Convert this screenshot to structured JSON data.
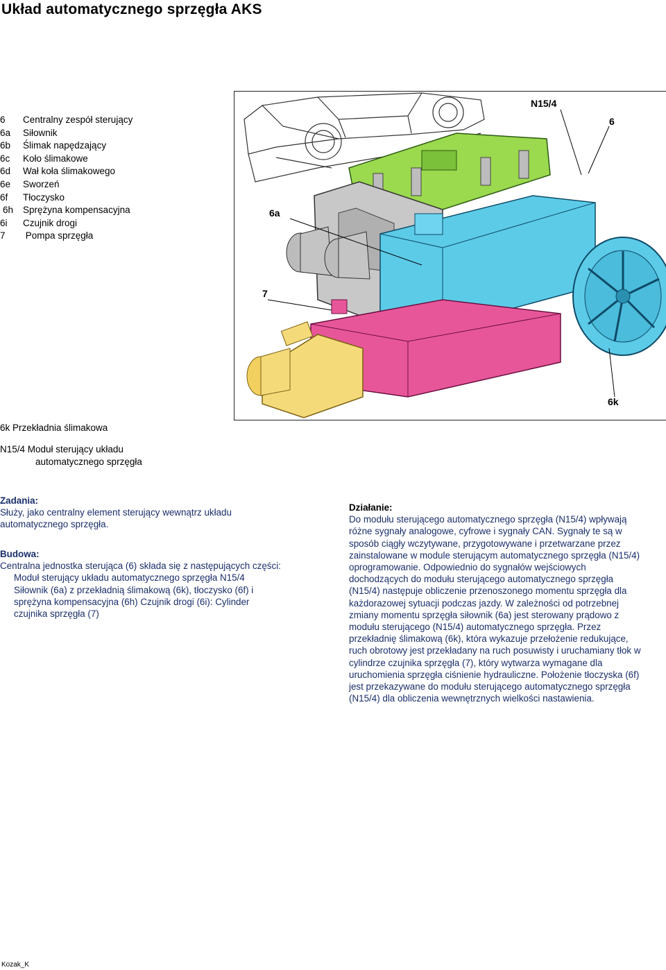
{
  "page": {
    "title": "Układ automatycznego sprzęgła AKS",
    "footer": "Kozak_K"
  },
  "legend": [
    {
      "code": "6",
      "label": "Centralny zespół sterujący"
    },
    {
      "code": "6a",
      "label": "Siłownik"
    },
    {
      "code": "6b",
      "label": "Ślimak napędzający"
    },
    {
      "code": "6c",
      "label": "Koło ślimakowe"
    },
    {
      "code": "6d",
      "label": "Wał koła ślimakowego"
    },
    {
      "code": "6e",
      "label": "Sworzeń"
    },
    {
      "code": "6f",
      "label": "Tłoczysko"
    },
    {
      "code": "6h",
      "label": "Sprężyna kompensacyjna"
    },
    {
      "code": "6i",
      "label": "Czujnik drogi"
    },
    {
      "code": "7",
      "label": " Pompa sprzęgła"
    }
  ],
  "legend2": {
    "item1": "6k Przekładnia ślimakowa",
    "item2_line1": "N15/4 Moduł sterujący układu",
    "item2_line2": "automatycznego sprzęgła"
  },
  "figure": {
    "callouts": {
      "n15_4": "N15/4",
      "c6": "6",
      "c6a": "6a",
      "c7": "7",
      "c6k": "6k"
    },
    "colors": {
      "green": "#9bd94e",
      "blue": "#5ccbe8",
      "pink": "#e8569a",
      "yellow": "#f5da7a",
      "grey": "#c8c8c8"
    }
  },
  "zadania": {
    "heading": "Zadania:",
    "lines": [
      "Służy, jako centralny element sterujący wewnątrz układu",
      "automatycznego sprzęgła."
    ]
  },
  "budowa": {
    "heading": "Budowa:",
    "lines": [
      "Centralna jednostka sterująca (6) składa się z następujących części:",
      "Moduł sterujący układu automatycznego sprzęgła N15/4",
      "Siłownik (6a) z przekładnią ślimakową (6k), tłoczysko (6f) i",
      "sprężyna kompensacyjna (6h) Czujnik drogi (6i): Cylinder",
      "czujnika sprzęgła (7)"
    ]
  },
  "dzialanie": {
    "heading": "Działanie:",
    "lines": [
      "Do modułu sterującego automatycznego sprzęgła (N15/4) wpływają",
      "różne sygnały analogowe, cyfrowe i sygnały CAN. Sygnały te są w",
      "sposób ciągły wczytywane, przygotowywane i przetwarzane przez",
      "zainstalowane w module sterującym automatycznego sprzęgła (N15/4)",
      "oprogramowanie. Odpowiednio do sygnałów wejściowych",
      "dochodzących do modułu sterującego automatycznego sprzęgła",
      "(N15/4) następuje obliczenie przenoszonego momentu sprzęgła dla",
      "każdorazowej sytuacji podczas jazdy. W zależności od potrzebnej",
      "zmiany momentu sprzęgła siłownik (6a) jest sterowany prądowo z",
      "modułu sterującego (N15/4) automatycznego sprzęgła. Przez",
      "przekładnię ślimakową (6k), która wykazuje przełożenie redukujące,",
      "ruch obrotowy jest przekładany na ruch posuwisty i uruchamiany tłok w",
      "cylindrze czujnika sprzęgła (7), który wytwarza wymagane dla",
      "uruchomienia sprzęgła ciśnienie hydrauliczne. Położenie tłoczyska (6f)",
      "jest przekazywane do modułu sterującego automatycznego sprzęgła",
      "(N15/4) dla obliczenia wewnętrznych wielkości nastawienia."
    ]
  }
}
